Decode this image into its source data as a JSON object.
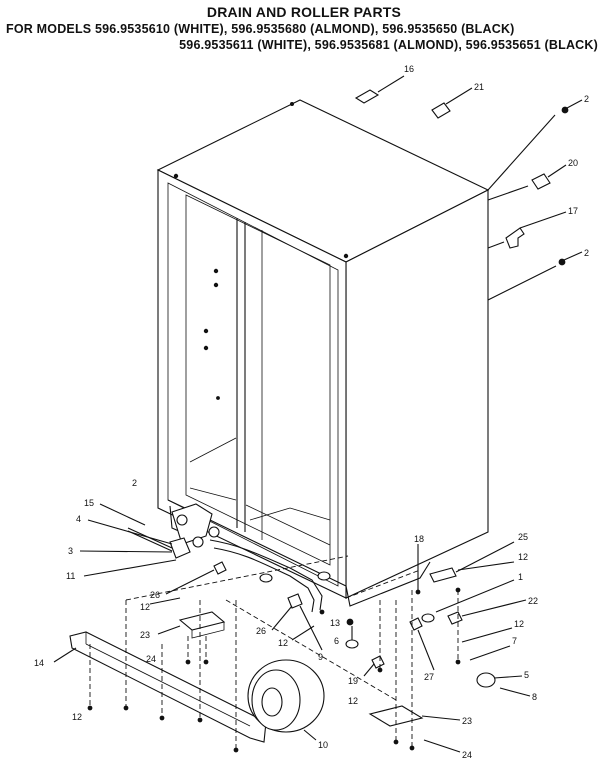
{
  "title": {
    "line1": "DRAIN AND ROLLER PARTS",
    "line2": "FOR MODELS 596.9535610 (WHITE), 596.9535680 (ALMOND), 596.9535650 (BLACK)",
    "line3": "596.9535611 (WHITE), 596.9535681 (ALMOND), 596.9535651 (BLACK)"
  },
  "callouts": {
    "c16": "16",
    "c21": "21",
    "c2a": "2",
    "c20": "20",
    "c17": "17",
    "c2b": "2",
    "c2c": "2",
    "c15": "15",
    "c4": "4",
    "c3": "3",
    "c11": "11",
    "c26a": "26",
    "c12a": "12",
    "c23a": "23",
    "c24a": "24",
    "c14": "14",
    "c12b": "12",
    "c26b": "26",
    "c12c": "12",
    "c9": "9",
    "c13": "13",
    "c6": "6",
    "c18": "18",
    "c25": "25",
    "c12d": "12",
    "c1": "1",
    "c22": "22",
    "c12e": "12",
    "c7": "7",
    "c27": "27",
    "c5": "5",
    "c8": "8",
    "c19": "19",
    "c12f": "12",
    "c23b": "23",
    "c10": "10",
    "c24b": "24"
  }
}
